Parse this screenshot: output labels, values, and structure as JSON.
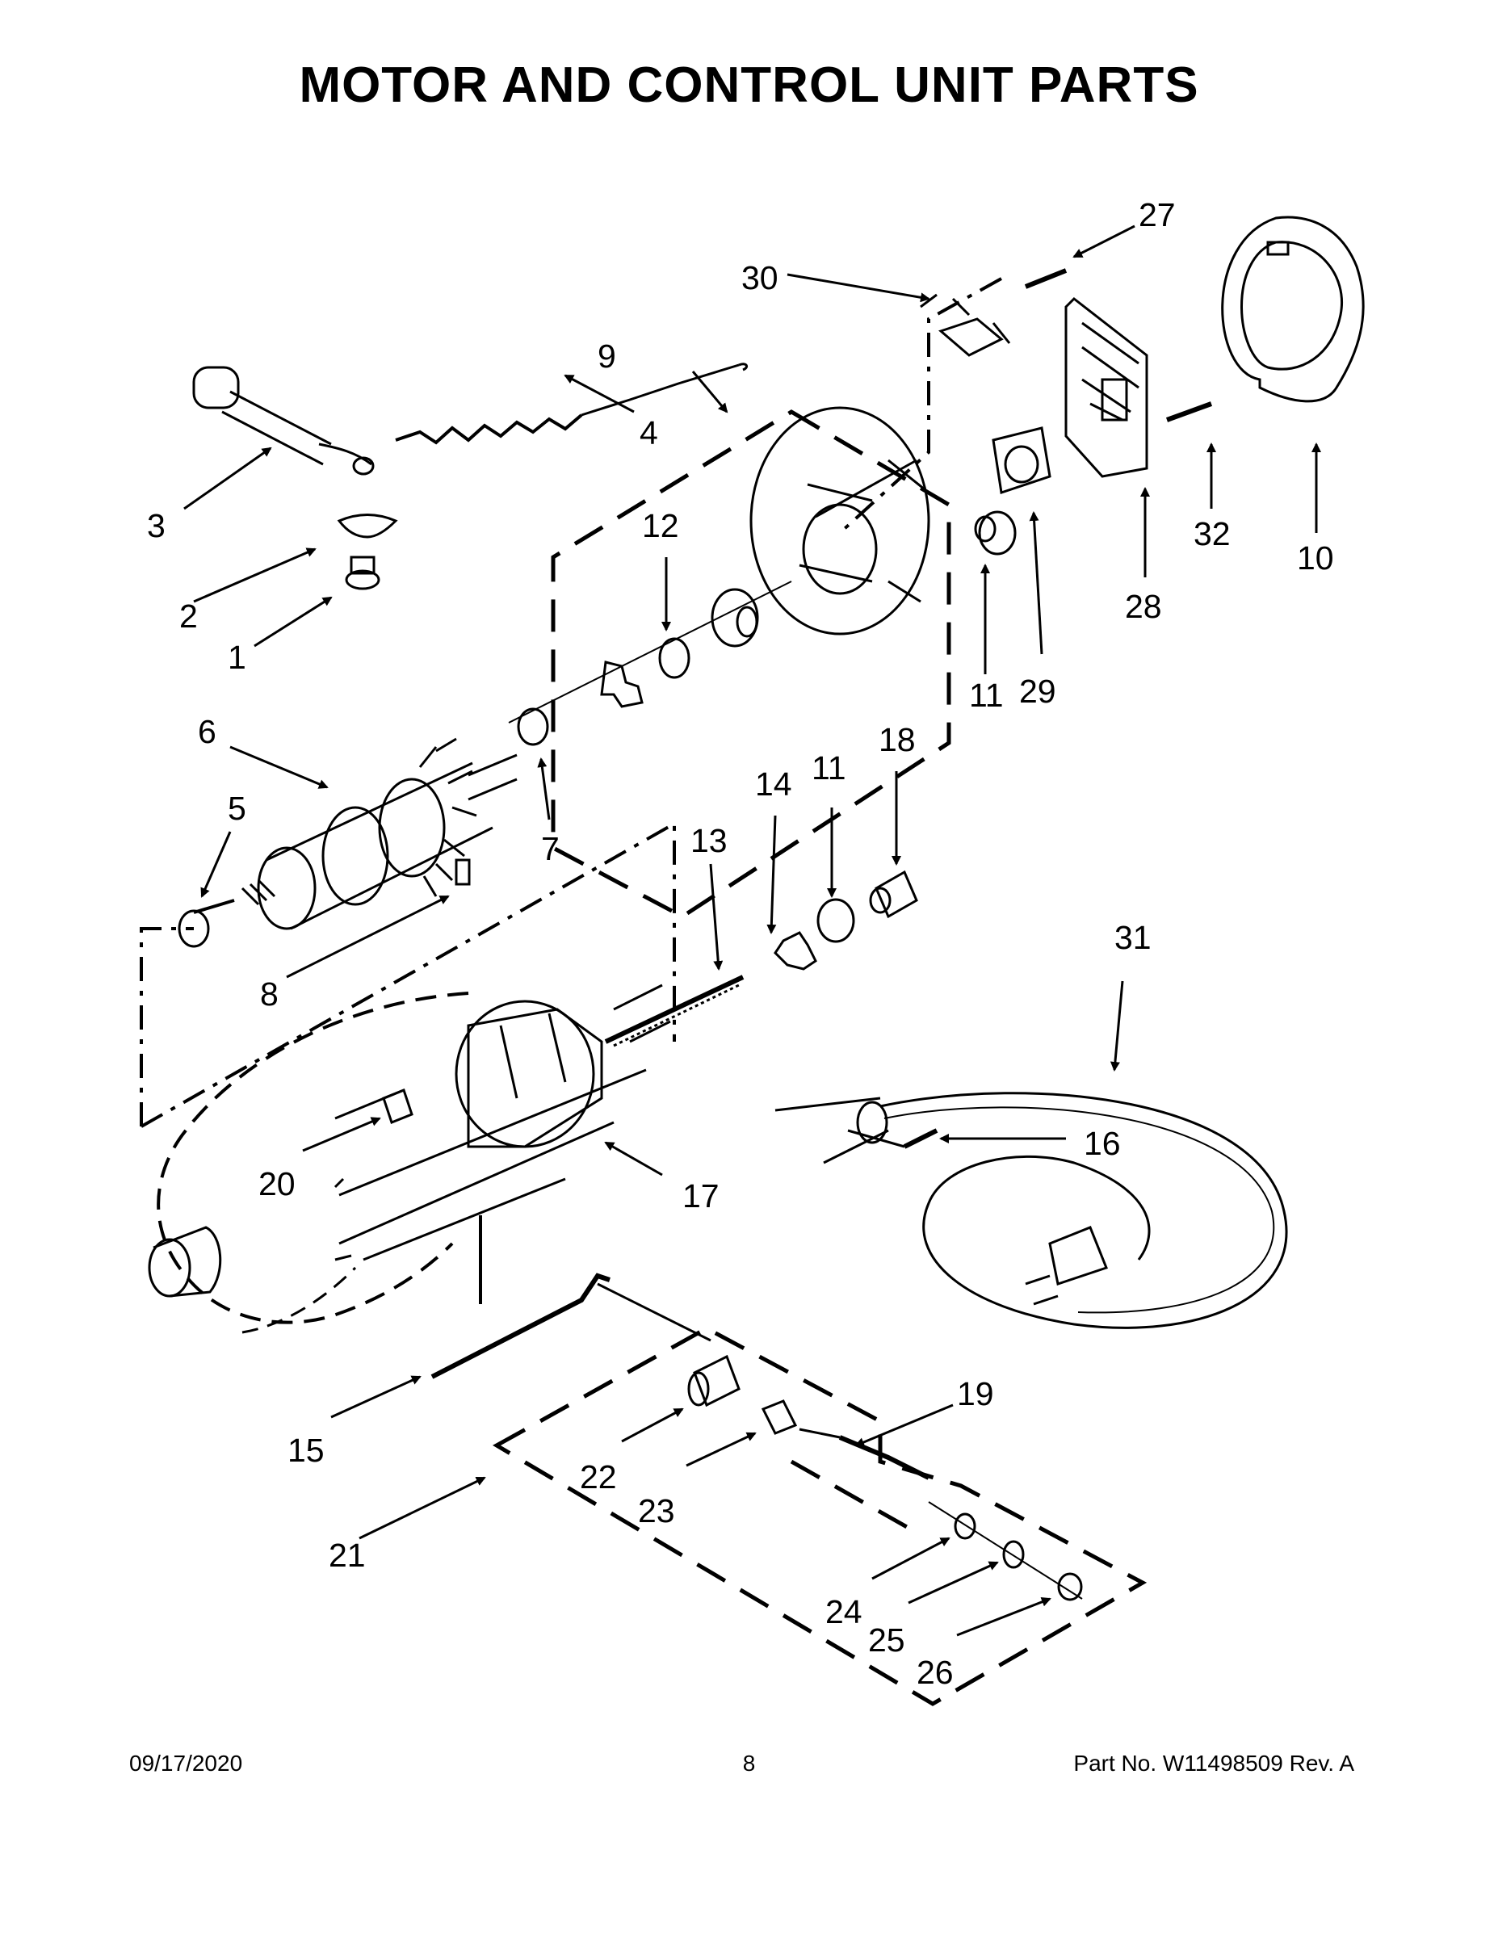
{
  "page": {
    "title": "MOTOR AND CONTROL UNIT PARTS",
    "footer": {
      "date": "09/17/2020",
      "page_number": "8",
      "part_number": "Part No.  W11498509  Rev.  A"
    }
  },
  "callouts": {
    "c1": "1",
    "c2": "2",
    "c3": "3",
    "c4": "4",
    "c5": "5",
    "c6": "6",
    "c7": "7",
    "c8": "8",
    "c9": "9",
    "c10": "10",
    "c11a": "11",
    "c11b": "11",
    "c12": "12",
    "c13": "13",
    "c14": "14",
    "c15": "15",
    "c16": "16",
    "c17": "17",
    "c18": "18",
    "c19": "19",
    "c20": "20",
    "c21": "21",
    "c22": "22",
    "c23": "23",
    "c24": "24",
    "c25": "25",
    "c26": "26",
    "c27": "27",
    "c28": "28",
    "c29": "29",
    "c30": "30",
    "c31": "31",
    "c32": "32"
  }
}
